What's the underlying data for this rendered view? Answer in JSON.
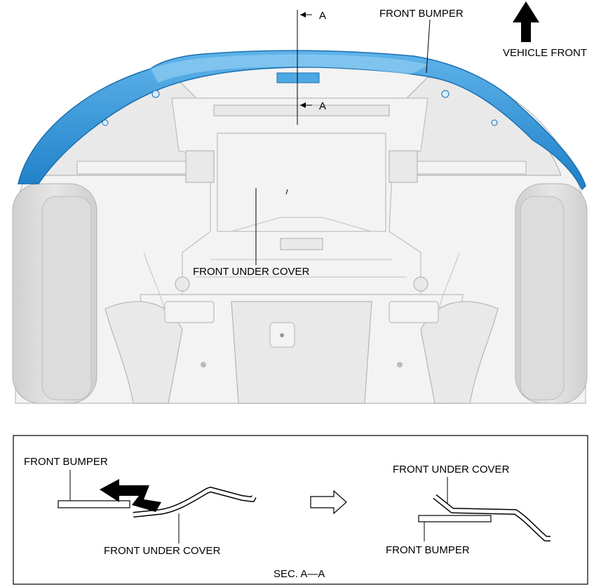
{
  "top_view": {
    "label_front_bumper": "FRONT BUMPER",
    "label_vehicle_front": "VEHICLE FRONT",
    "label_front_under_cover": "FRONT UNDER COVER",
    "section_mark_top": "A",
    "section_mark_bottom": "A",
    "bumper_color": "#2f95dc",
    "bumper_edge_color": "#1a6fb0"
  },
  "section_view": {
    "left": {
      "label_front_bumper": "FRONT BUMPER",
      "label_front_under_cover": "FRONT UNDER COVER"
    },
    "right": {
      "label_front_under_cover": "FRONT UNDER COVER",
      "label_front_bumper": "FRONT BUMPER"
    },
    "caption": "SEC. A—A"
  }
}
